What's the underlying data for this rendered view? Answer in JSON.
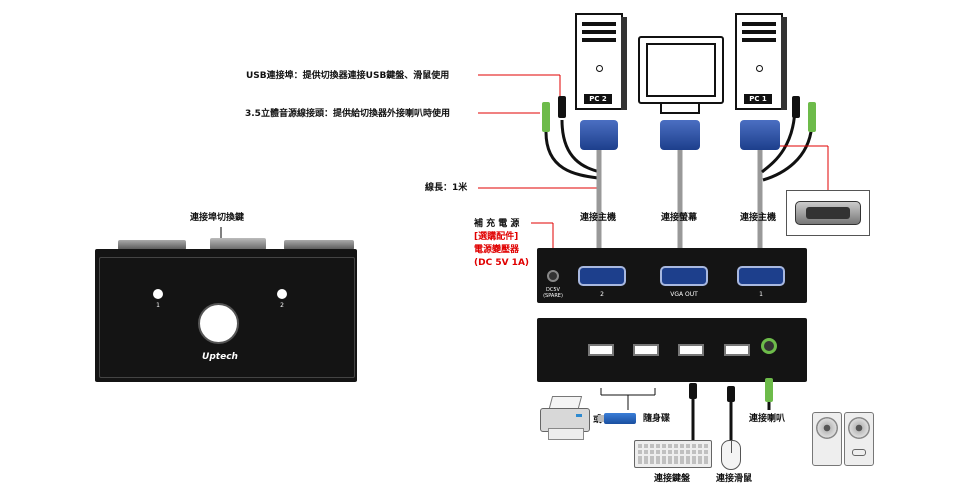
{
  "left_device": {
    "title": "連接埠切換鍵",
    "port1": "1",
    "port2": "2",
    "brand": "Uptech"
  },
  "callouts": {
    "usb": "USB連接埠：提供切換器連接USB鍵盤、滑鼠使用",
    "audio": "3.5立體音源線接頭：提供給切換器外接喇叭時使用",
    "cable_length": "線長：1米",
    "power_line1": "補 充 電 源",
    "power_line2": "[選購配件]",
    "power_line3": "電源變壓器",
    "power_line4": "(DC 5V 1A)"
  },
  "top_labels": {
    "host_left": "連接主機",
    "monitor": "連接螢幕",
    "host_right": "連接主機"
  },
  "pcs": {
    "pc2": "PC 2",
    "pc1": "PC 1"
  },
  "back_panel": {
    "dc_line1": "DC5V",
    "dc_line2": "(SPARE)",
    "port2": "2",
    "vga_out": "VGA OUT",
    "port1": "1"
  },
  "bottom_labels": {
    "or": "或",
    "usb_drive": "隨身碟",
    "speaker": "連接喇叭",
    "keyboard": "連接鍵盤",
    "mouse": "連接滑鼠"
  }
}
